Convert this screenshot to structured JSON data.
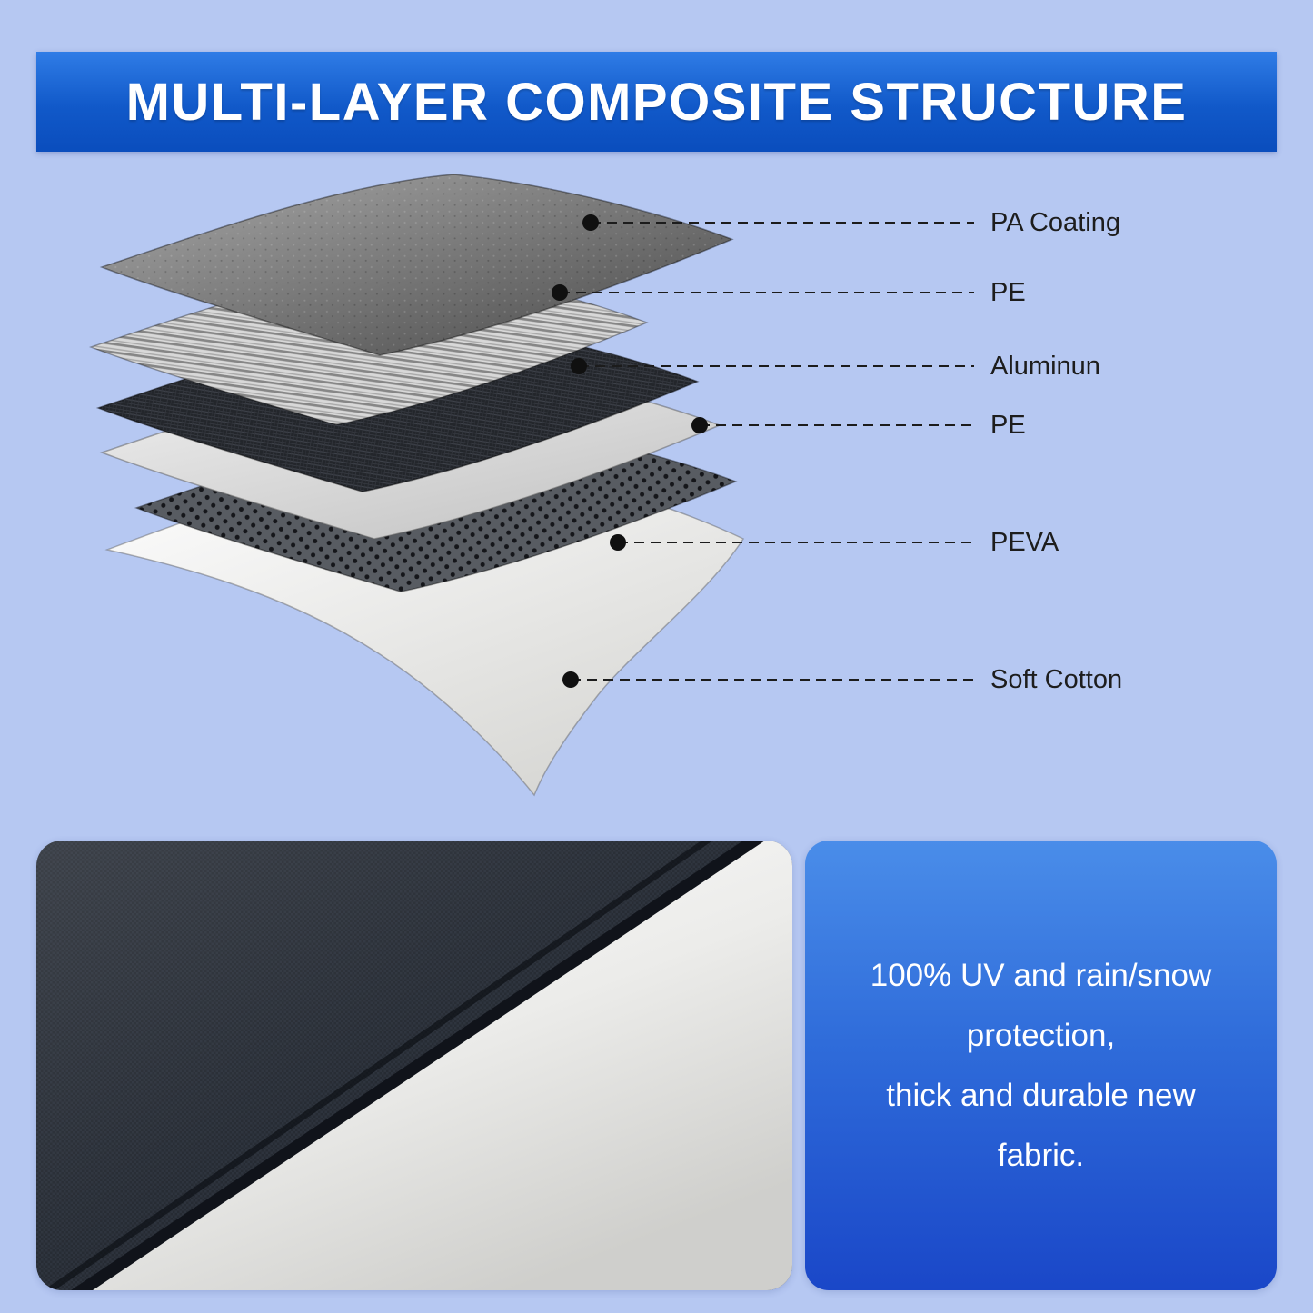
{
  "header": {
    "title": "MULTI-LAYER COMPOSITE STRUCTURE",
    "accent_top": "#2f7ce6",
    "accent_bottom": "#0a4dbd"
  },
  "page": {
    "background": "#b6c8f2"
  },
  "diagram": {
    "layers": [
      {
        "name": "PA Coating"
      },
      {
        "name": "PE"
      },
      {
        "name": "Aluminun"
      },
      {
        "name": "PE"
      },
      {
        "name": "PEVA"
      },
      {
        "name": "Soft Cotton"
      }
    ]
  },
  "info_card": {
    "lines": [
      "100% UV and rain/snow",
      "protection,",
      "thick and durable new",
      "fabric."
    ],
    "gradient_top": "#4a8de9",
    "gradient_bottom": "#1a47c8"
  }
}
